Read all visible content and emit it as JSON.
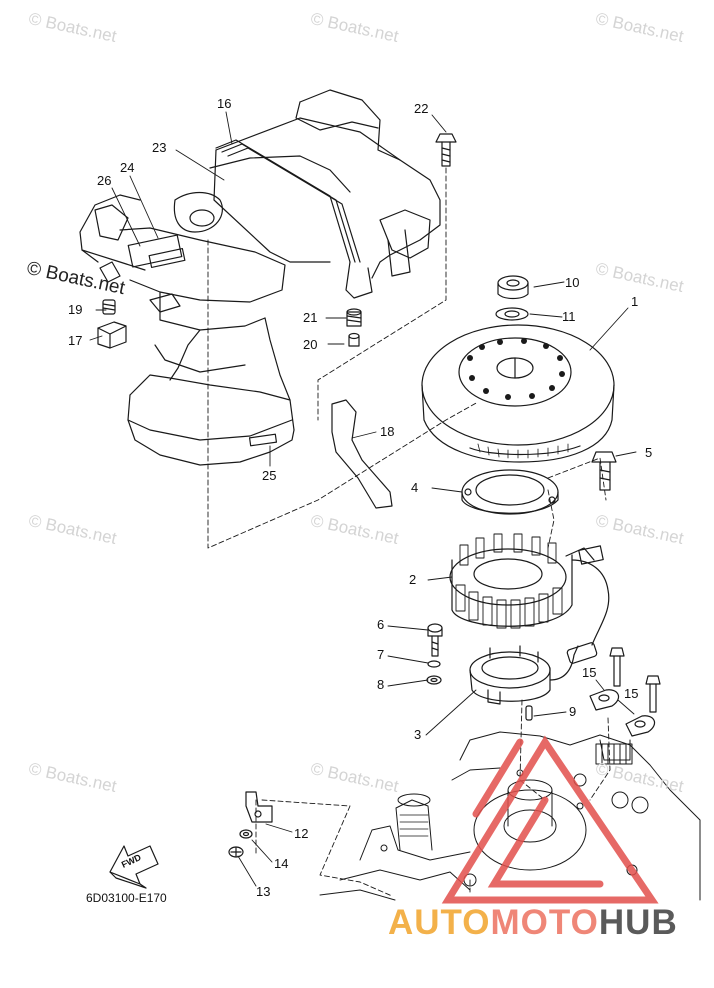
{
  "watermark": "© Boats.net",
  "part_code": "6D03100-E170",
  "fwd_label": "FWD",
  "brand": {
    "part1": "AUTO",
    "part2": "MOTO",
    "part3": "HUB"
  },
  "colors": {
    "brand_yellow": "#f3b14a",
    "brand_red": "#ef8677",
    "brand_gray": "#5a5a5a",
    "logo_red": "#e2504c"
  },
  "callouts": [
    "1",
    "2",
    "3",
    "4",
    "5",
    "6",
    "7",
    "8",
    "9",
    "10",
    "11",
    "12",
    "13",
    "14",
    "15",
    "15",
    "16",
    "17",
    "18",
    "19",
    "20",
    "21",
    "22",
    "23",
    "24",
    "25",
    "26"
  ]
}
